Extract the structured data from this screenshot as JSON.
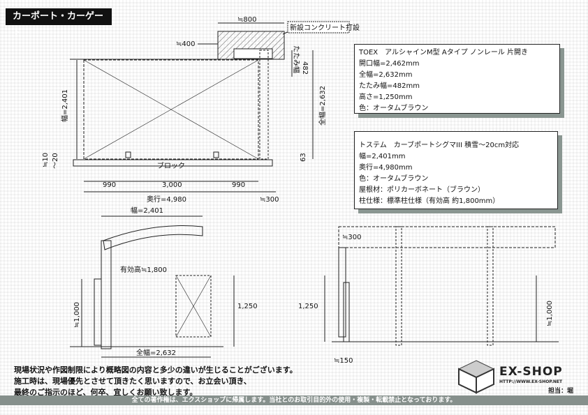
{
  "title": "カーポート・カーゲート",
  "watermark": "転載禁止",
  "gate_spec": {
    "lines": [
      "TOEX　アルシャインM型 Aタイプ ノンレール 片開き",
      "開口幅=2,462mm",
      "全幅=2,632mm",
      "たたみ幅=482mm",
      "高さ=1,250mm",
      "色：オータムブラウン"
    ]
  },
  "carport_spec": {
    "lines": [
      "トステム　カーブポートシグマIII 積雪～20cm対応",
      "幅=2,401mm",
      "奥行=4,980mm",
      "色：オータムブラウン",
      "屋根材：ポリカーボネート（ブラウン）",
      "柱仕様：標準柱仕様（有効高 約1,800mm）"
    ]
  },
  "plan": {
    "dim_800": "≒800",
    "concrete_label": "新設コンクリート打設",
    "dim_400": "≒400",
    "fold_width": "たたみ幅",
    "fold_value": "482",
    "width": "幅=2,401",
    "total_width": "全幅=2,632",
    "dim_10": "≒10",
    "dim_20": "～20",
    "dim_63": "63",
    "block": "ブロック",
    "span1": "990",
    "span2": "3,000",
    "span3": "990",
    "depth": "奥行=4,980",
    "dim_300": "≒300"
  },
  "front": {
    "width": "幅=2,401",
    "effective_height": "有効高≒1,800",
    "dim_1000": "≒1,000",
    "gate_height": "1,250",
    "total_width": "全幅=2,632"
  },
  "side": {
    "dim_300": "≒300",
    "gate_height": "1,250",
    "dim_1000": "≒1,000",
    "dim_150": "≒150"
  },
  "notes": [
    "現場状況や作図制限により概略図の内容と多少の違いが生じることがございます。",
    "施工時は、現場優先とさせて頂きたく思いますので、お立会い頂き、",
    "最終のご指示のほど、何卒、宜しくお願い致します。"
  ],
  "logo": {
    "name": "EX-SHOP",
    "url": "HTTP://WWW.EX-SHOP.NET",
    "staff": "担当：堀"
  },
  "footer": "全ての著作権は、エクスショップに帰属します。当社とのお取引目的外の使用・複製・転載禁止となっております。"
}
